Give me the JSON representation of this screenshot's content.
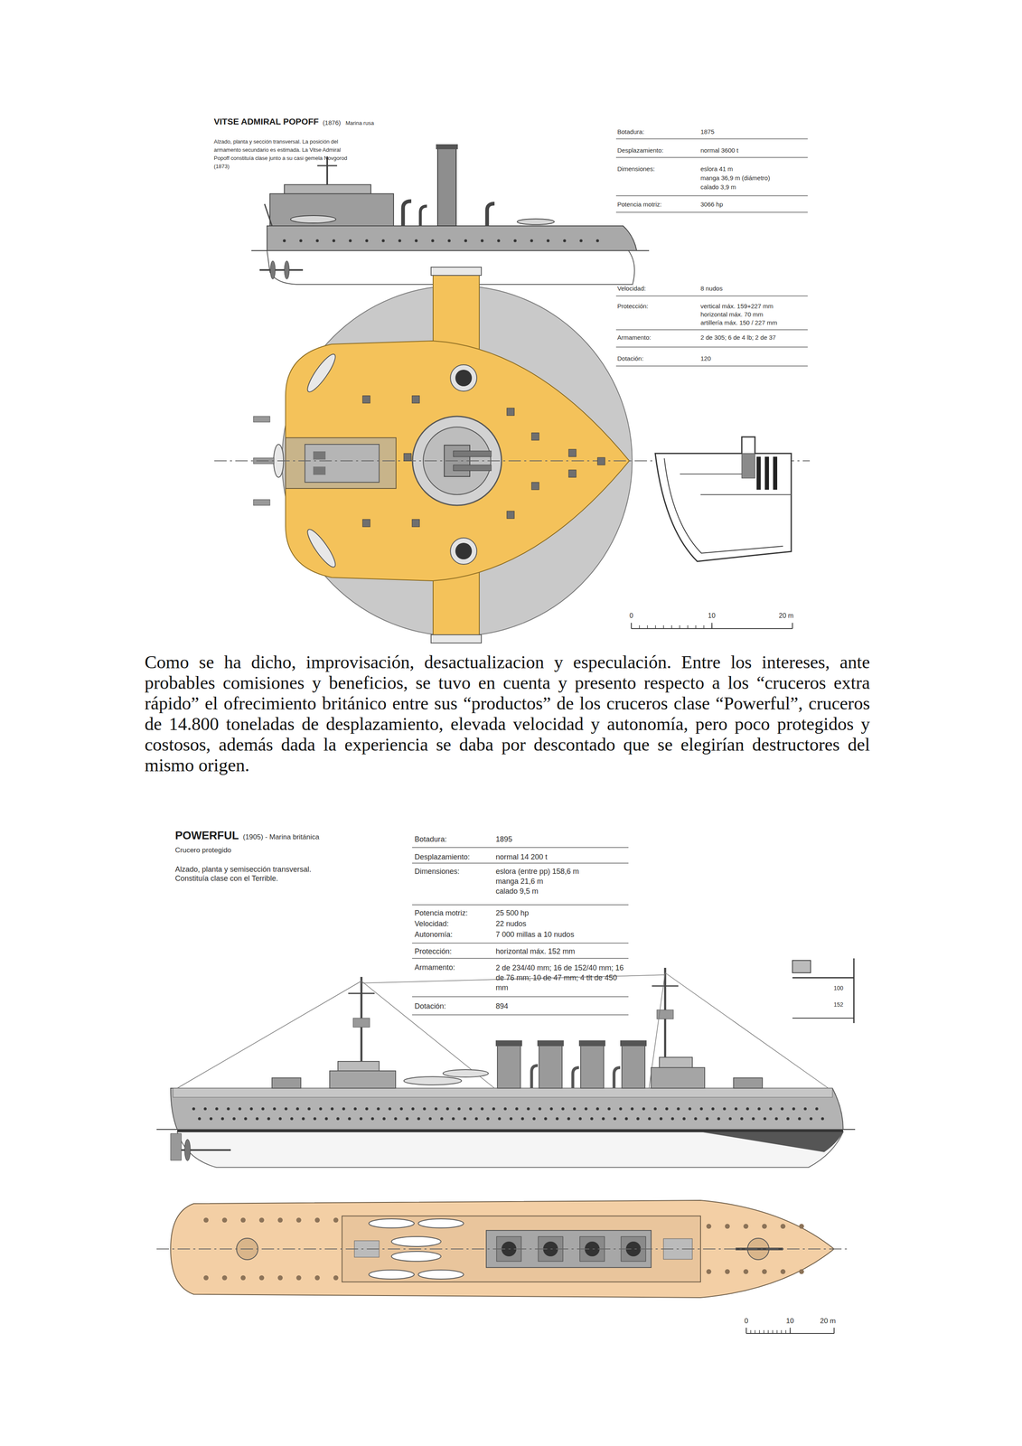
{
  "diagram": {
    "labels": [
      "VITSE ADMIRAL POPOFF",
      "(1876)",
      "Marina rusa",
      "Alzado, planta y sección transversal. La posición del armamento secundario es estimada. La Vitse Admiral Popoff constituía clase junto a su casi gemela Novgorod (1873)",
      "Botadura:",
      "1875",
      "Desplazamiento:",
      "normal 3600 t",
      "Dimensiones:",
      "eslora 41 m",
      "manga 36,9 m (diámetro)",
      "calado 3,9 m",
      "Potencia motriz:",
      "3066 hp",
      "Velocidad:",
      "8 nudos",
      "Protección:",
      "vertical máx. 159+227 mm",
      "horizontal máx. 70 mm",
      "artillería máx. 150 / 227 mm",
      "Armamento:",
      "2 de 305; 6 de 4 lb; 2 de 37",
      "Dotación:",
      "120",
      "0",
      "10",
      "20 m",
      "Como se ha dicho, improvisación, desactualizacion y especulación. Entre los intereses, ante probables comisiones y beneficios, se tuvo en cuenta y presento respecto a los “cruceros extra rápido” el ofrecimiento británico entre sus “productos” de los cruceros clase “Powerful”, cruceros de 14.800 toneladas de desplazamiento, elevada velocidad y autonomía, pero poco protegidos y costosos, además dada la experiencia se daba por descontado que se elegirían destructores del mismo origen.",
      "POWERFUL",
      "(1905) - Marina británica",
      "Crucero protegido",
      "Alzado, planta y semisección transversal. Constituía clase con el Terrible.",
      "Botadura:",
      "1895",
      "Desplazamiento:",
      "normal 14 200 t",
      "Dimensiones:",
      "eslora (entre pp) 158,6 m",
      "manga 21,6 m",
      "calado 9,5 m",
      "Potencia motriz:",
      "25 500 hp",
      "Velocidad:",
      "22 nudos",
      "Autonomía:",
      "7 000 millas a 10 nudos",
      "Protección:",
      "horizontal máx. 152 mm",
      "Armamento:",
      "2 de 234/40 mm; 16 de 152/40 mm; 16 de 76 mm; 10 de 47 mm; 4 tlt de 450 mm",
      "Dotación:",
      "894",
      "100",
      "152",
      "0",
      "10",
      "20 m"
    ]
  }
}
